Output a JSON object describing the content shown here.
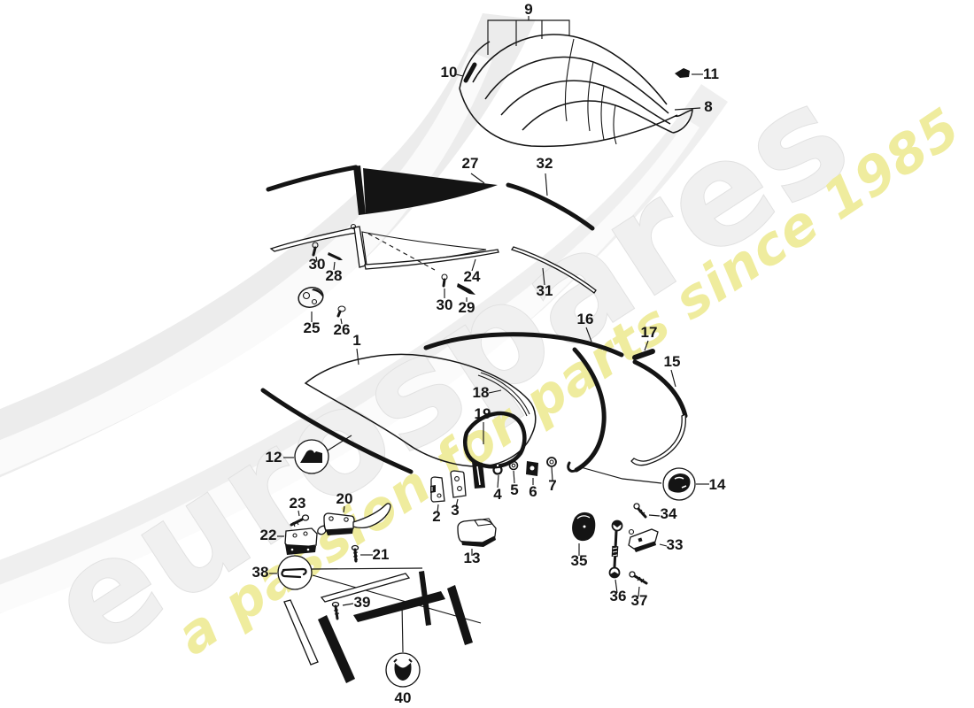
{
  "watermark": {
    "brand": "eurospares",
    "tagline": "a passion for parts since 1985",
    "brand_fill": "#f0f0f0",
    "brand_outline": "#e1e1e1",
    "tagline_color": "#efec9e"
  },
  "diagram": {
    "ink_color": "#141414",
    "description": "exploded parts diagram - hardtop and folding top",
    "labels": [
      {
        "text": "9"
      },
      {
        "text": "10"
      },
      {
        "text": "11"
      },
      {
        "text": "8"
      },
      {
        "text": "27"
      },
      {
        "text": "32"
      },
      {
        "text": "30"
      },
      {
        "text": "28"
      },
      {
        "text": "24"
      },
      {
        "text": "30"
      },
      {
        "text": "29"
      },
      {
        "text": "31"
      },
      {
        "text": "25"
      },
      {
        "text": "26"
      },
      {
        "text": "1"
      },
      {
        "text": "16"
      },
      {
        "text": "17"
      },
      {
        "text": "15"
      },
      {
        "text": "18"
      },
      {
        "text": "19"
      },
      {
        "text": "12"
      },
      {
        "text": "14"
      },
      {
        "text": "2"
      },
      {
        "text": "3"
      },
      {
        "text": "4"
      },
      {
        "text": "5"
      },
      {
        "text": "6"
      },
      {
        "text": "7"
      },
      {
        "text": "23"
      },
      {
        "text": "22"
      },
      {
        "text": "20"
      },
      {
        "text": "21"
      },
      {
        "text": "13"
      },
      {
        "text": "35"
      },
      {
        "text": "34"
      },
      {
        "text": "33"
      },
      {
        "text": "36"
      },
      {
        "text": "37"
      },
      {
        "text": "38"
      },
      {
        "text": "39"
      },
      {
        "text": "40"
      }
    ]
  }
}
